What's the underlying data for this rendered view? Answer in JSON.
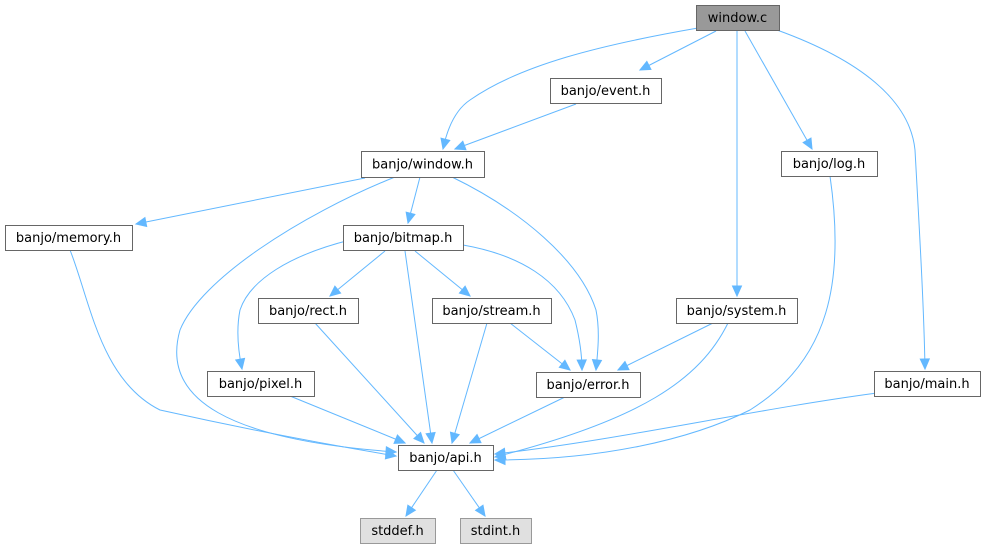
{
  "graph": {
    "title": "window.c include dependency graph",
    "nodes": [
      {
        "id": "window_c",
        "label": "window.c",
        "kind": "root"
      },
      {
        "id": "event",
        "label": "banjo/event.h",
        "kind": "normal"
      },
      {
        "id": "window_h",
        "label": "banjo/window.h",
        "kind": "normal"
      },
      {
        "id": "log",
        "label": "banjo/log.h",
        "kind": "normal"
      },
      {
        "id": "memory",
        "label": "banjo/memory.h",
        "kind": "normal"
      },
      {
        "id": "bitmap",
        "label": "banjo/bitmap.h",
        "kind": "normal"
      },
      {
        "id": "rect",
        "label": "banjo/rect.h",
        "kind": "normal"
      },
      {
        "id": "stream",
        "label": "banjo/stream.h",
        "kind": "normal"
      },
      {
        "id": "system",
        "label": "banjo/system.h",
        "kind": "normal"
      },
      {
        "id": "pixel",
        "label": "banjo/pixel.h",
        "kind": "normal"
      },
      {
        "id": "error",
        "label": "banjo/error.h",
        "kind": "normal"
      },
      {
        "id": "main",
        "label": "banjo/main.h",
        "kind": "normal"
      },
      {
        "id": "api",
        "label": "banjo/api.h",
        "kind": "normal"
      },
      {
        "id": "stddef",
        "label": "stddef.h",
        "kind": "ext"
      },
      {
        "id": "stdint",
        "label": "stdint.h",
        "kind": "ext"
      }
    ],
    "edges": [
      {
        "from": "window_c",
        "to": "window_h"
      },
      {
        "from": "window_c",
        "to": "event"
      },
      {
        "from": "window_c",
        "to": "log"
      },
      {
        "from": "window_c",
        "to": "system"
      },
      {
        "from": "window_c",
        "to": "main"
      },
      {
        "from": "event",
        "to": "window_h"
      },
      {
        "from": "window_h",
        "to": "memory"
      },
      {
        "from": "window_h",
        "to": "bitmap"
      },
      {
        "from": "window_h",
        "to": "api"
      },
      {
        "from": "window_h",
        "to": "error"
      },
      {
        "from": "memory",
        "to": "api"
      },
      {
        "from": "bitmap",
        "to": "pixel"
      },
      {
        "from": "bitmap",
        "to": "rect"
      },
      {
        "from": "bitmap",
        "to": "stream"
      },
      {
        "from": "bitmap",
        "to": "api"
      },
      {
        "from": "bitmap",
        "to": "error"
      },
      {
        "from": "rect",
        "to": "api"
      },
      {
        "from": "stream",
        "to": "api"
      },
      {
        "from": "stream",
        "to": "error"
      },
      {
        "from": "system",
        "to": "error"
      },
      {
        "from": "system",
        "to": "api"
      },
      {
        "from": "pixel",
        "to": "api"
      },
      {
        "from": "error",
        "to": "api"
      },
      {
        "from": "main",
        "to": "api"
      },
      {
        "from": "log",
        "to": "api"
      },
      {
        "from": "api",
        "to": "stddef"
      },
      {
        "from": "api",
        "to": "stdint"
      }
    ],
    "colors": {
      "edge": "#63b8ff",
      "root_fill": "#999999",
      "ext_fill": "#e0e0e0",
      "node_border": "#666666"
    }
  }
}
